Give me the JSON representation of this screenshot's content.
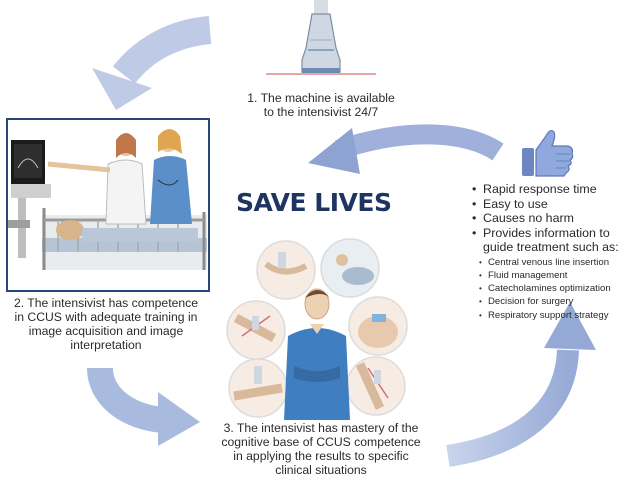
{
  "center": {
    "title": "SAVE LIVES"
  },
  "steps": [
    {
      "text_lines": [
        "1. The machine is available",
        "to the intensivist 24/7"
      ]
    },
    {
      "text_lines": [
        "2. The intensivist has competence",
        "in CCUS with adequate training in",
        "image acquisition and image",
        "interpretation"
      ]
    },
    {
      "text_lines": [
        "3. The intensivist has mastery of the",
        "cognitive base of CCUS competence",
        "in applying the results to specific",
        "clinical situations"
      ]
    }
  ],
  "benefits": {
    "items": [
      {
        "label": "Rapid response time"
      },
      {
        "label": "Easy to use"
      },
      {
        "label": "Causes no harm"
      },
      {
        "label_lines": [
          "Provides information to",
          "guide treatment such as:"
        ],
        "subitems": [
          "Central venous line insertion",
          "Fluid management",
          "Catecholamines optimization",
          "Decision for surgery",
          "Respiratory support strategy"
        ]
      }
    ]
  },
  "icons": [
    "ultrasound-probe-icon",
    "thumbs-up-icon",
    "bedside-ultrasound-scene-icon",
    "clinician-figure-icon",
    "ultrasound-application-icon"
  ],
  "colors": {
    "arrow": "#a7b8dc",
    "title": "#1e3561",
    "scene_frame": "#27477a",
    "circle_border": "#dcdcdc"
  }
}
